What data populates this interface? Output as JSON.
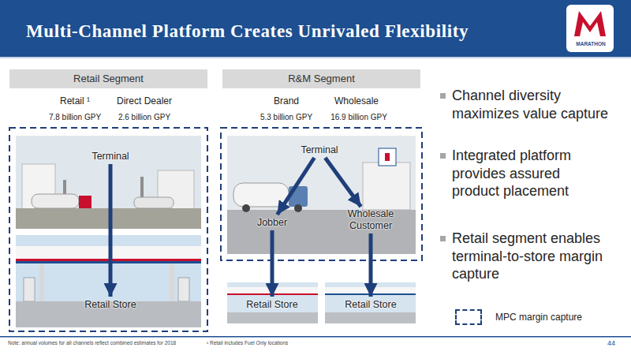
{
  "diagram": {
    "title": "Multi-Channel Platform Creates Unrivaled Flexibility",
    "nodes": [
      {
        "text": [
          "Retail Segment"
        ]
      },
      {
        "text": [
          "R&M Segment"
        ]
      },
      {
        "text": [
          "Terminal"
        ]
      },
      {
        "text": [
          "Terminal"
        ]
      },
      {
        "text": [
          "Jobber"
        ]
      },
      {
        "text": [
          "Wholesale Customer"
        ]
      },
      {
        "text": [
          "Retail Store"
        ]
      },
      {
        "text": [
          "Retail Store"
        ]
      },
      {
        "text": [
          "Retail Store"
        ]
      }
    ],
    "edges": [
      {
        "from": 2,
        "to": 6,
        "arrow": "to"
      },
      {
        "from": 3,
        "to": 4,
        "arrow": "to"
      },
      {
        "from": 3,
        "to": 5,
        "arrow": "to"
      },
      {
        "from": 4,
        "to": 7,
        "arrow": "to"
      },
      {
        "from": 5,
        "to": 8,
        "arrow": "to"
      }
    ],
    "labels": [
      "MARATHON",
      "Retail ¹",
      "Direct Dealer",
      "7.8 billion GPY",
      "2.6 billion GPY",
      "Brand",
      "Wholesale",
      "5.3 billion GPY",
      "16.9 billion GPY",
      "Channel diversity maximizes value capture",
      "Integrated platform provides assured product placement",
      "Retail segment enables terminal-to-store margin capture",
      "Note: annual volumes for all channels reflect combined estimates for 2018",
      "¹ Retail includes Fuel Only locations",
      "44"
    ],
    "legend": [
      {
        "text": "MPC margin capture"
      }
    ]
  }
}
